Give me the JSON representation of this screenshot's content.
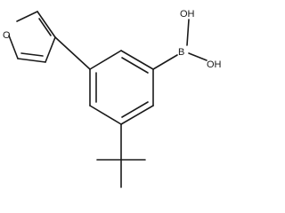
{
  "molecule": {
    "atoms": {
      "furan_oxygen": "O",
      "boron": "B",
      "hydroxyl_top": "OH",
      "hydroxyl_right": "OH"
    }
  }
}
